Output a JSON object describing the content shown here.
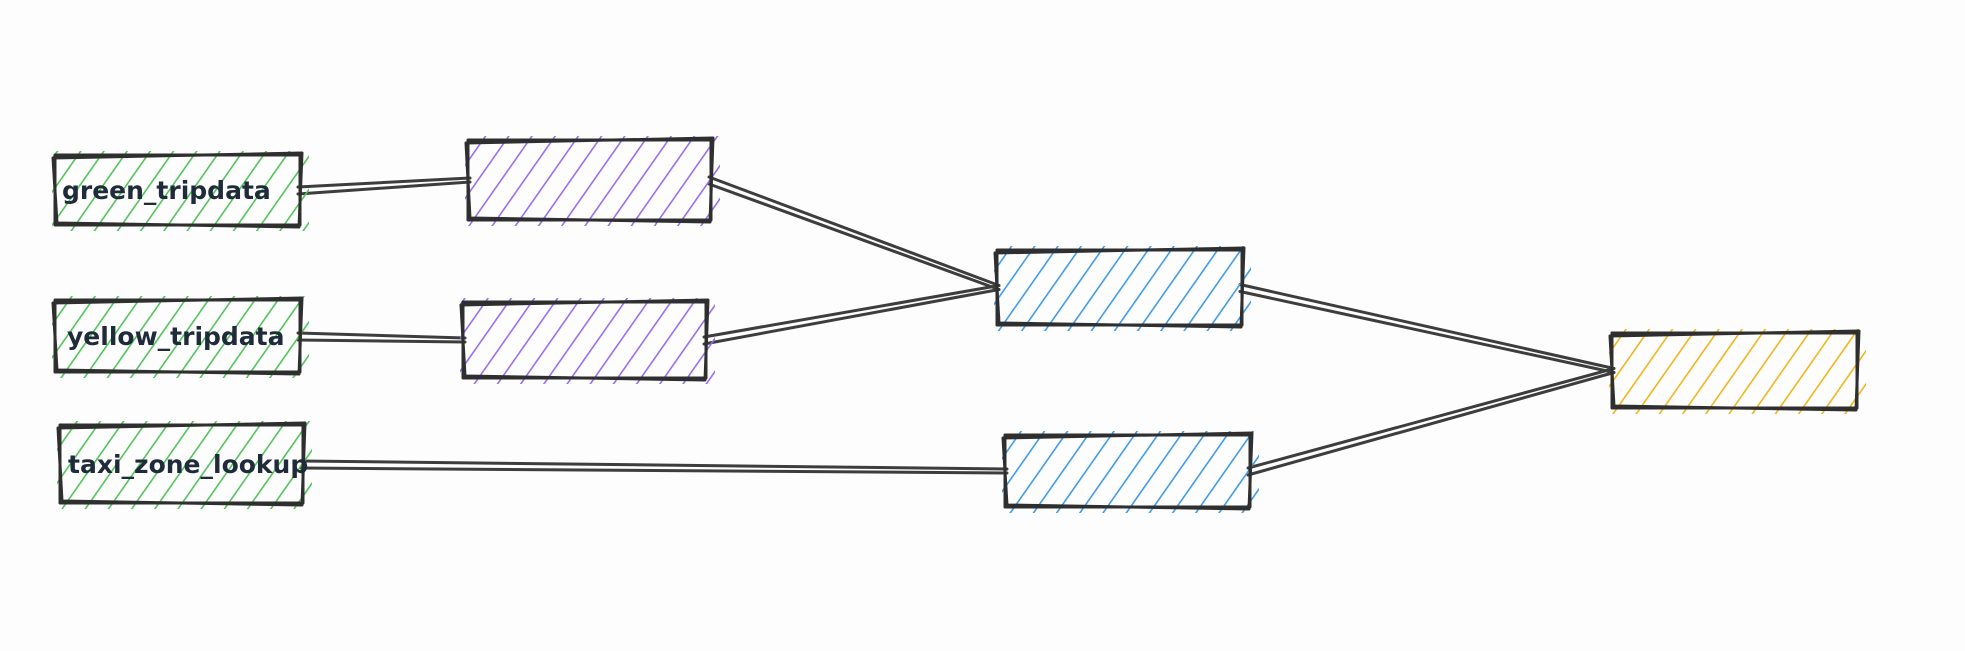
{
  "colors": {
    "source": "#52c35b",
    "staging": "#9a6df0",
    "intermediate": "#3f9be8",
    "final": "#f0b51c",
    "outline": "#2f2f2f",
    "edge": "#3d3d3d"
  },
  "nodes": [
    {
      "id": "green_tripdata",
      "label": "green_tripdata",
      "kind": "source"
    },
    {
      "id": "yellow_tripdata",
      "label": "yellow_tripdata",
      "kind": "source"
    },
    {
      "id": "taxi_zone_lookup",
      "label": "taxi_zone_lookup",
      "kind": "source"
    },
    {
      "id": "stg_green",
      "label": "",
      "kind": "staging"
    },
    {
      "id": "stg_yellow",
      "label": "",
      "kind": "staging"
    },
    {
      "id": "union",
      "label": "",
      "kind": "intermediate"
    },
    {
      "id": "zones",
      "label": "",
      "kind": "intermediate"
    },
    {
      "id": "final",
      "label": "",
      "kind": "final"
    }
  ],
  "edges": [
    {
      "from": "green_tripdata",
      "to": "stg_green"
    },
    {
      "from": "yellow_tripdata",
      "to": "stg_yellow"
    },
    {
      "from": "stg_green",
      "to": "union"
    },
    {
      "from": "stg_yellow",
      "to": "union"
    },
    {
      "from": "taxi_zone_lookup",
      "to": "zones"
    },
    {
      "from": "union",
      "to": "final"
    },
    {
      "from": "zones",
      "to": "final"
    }
  ]
}
